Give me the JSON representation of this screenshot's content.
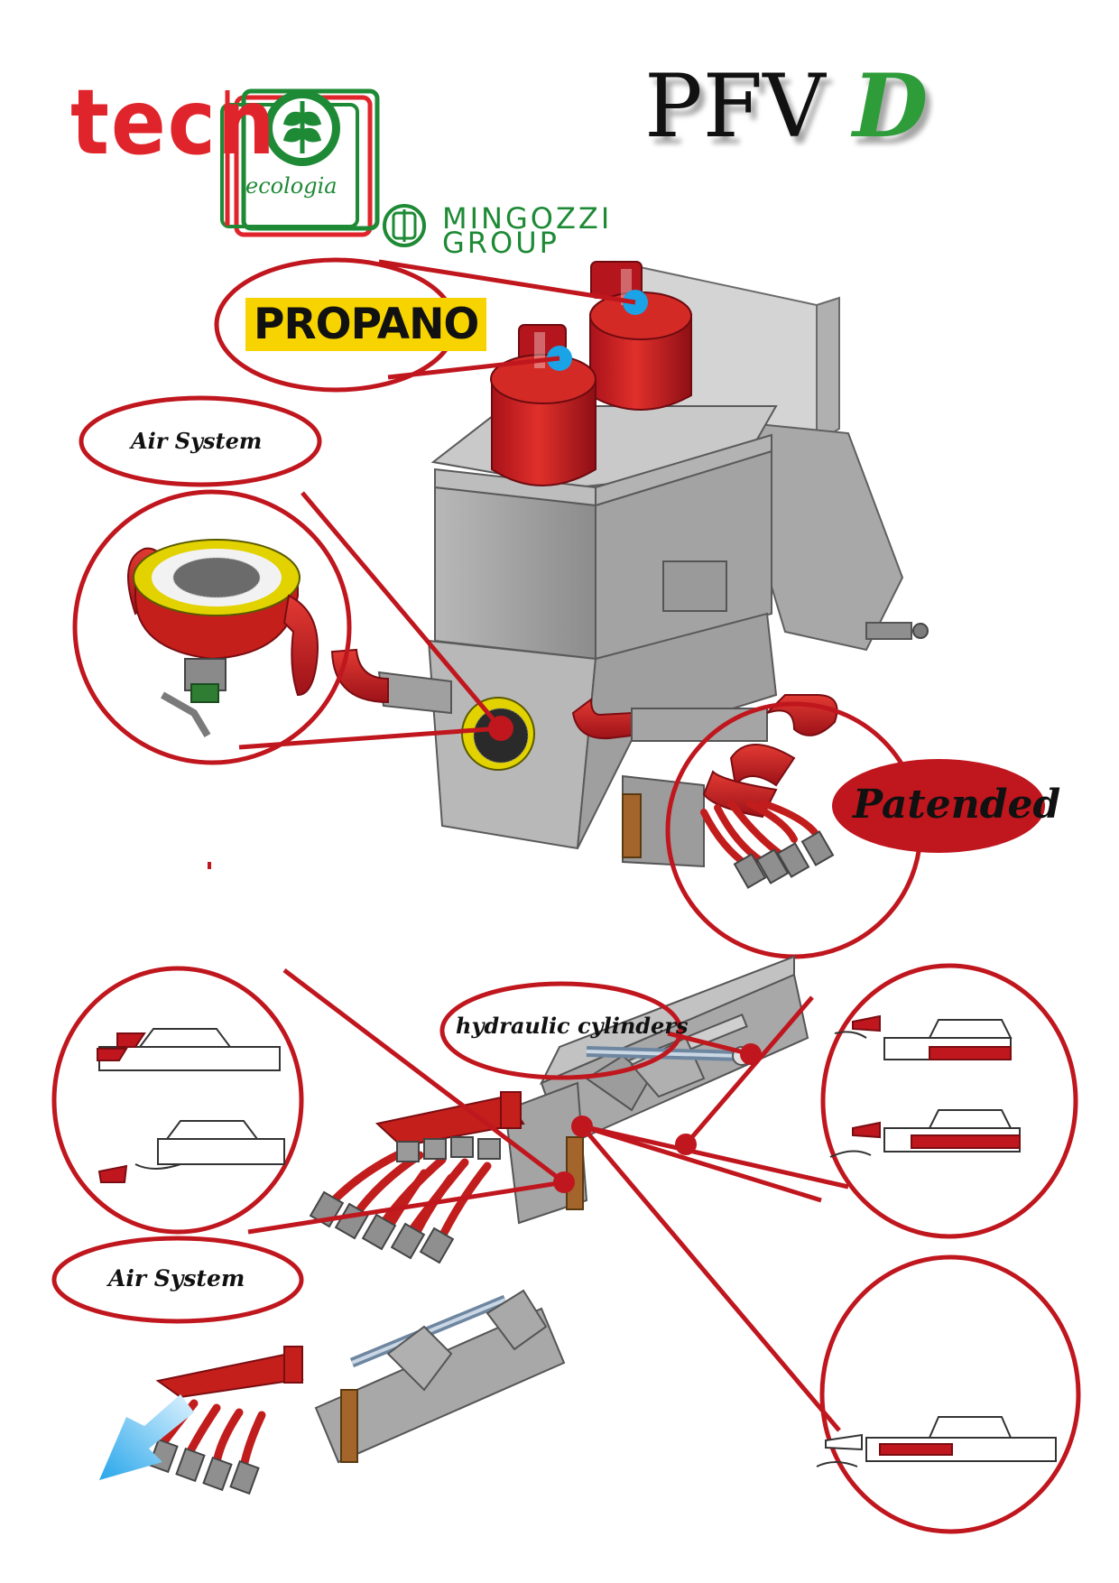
{
  "logos": {
    "brand_wordmark": "tecn",
    "brand_subtext": "ecologia",
    "group_line1": "MINGOZZI",
    "group_line2": "GROUP"
  },
  "title": {
    "main": "PFV",
    "accent": "D"
  },
  "callouts": {
    "propano": "PROPANO",
    "air_system_top": "Air System",
    "patented": "Patended",
    "hydraulic_cylinders": "hydraulic cylinders",
    "air_system_bottom": "Air System"
  },
  "colors": {
    "callout_red": "#c0161e",
    "machine_red": "#c8201e",
    "machine_grey": "#9a9a9a",
    "brand_green": "#1e8a35",
    "propano_yellow": "#f7d400",
    "marker_blue": "#1aa3e6"
  }
}
